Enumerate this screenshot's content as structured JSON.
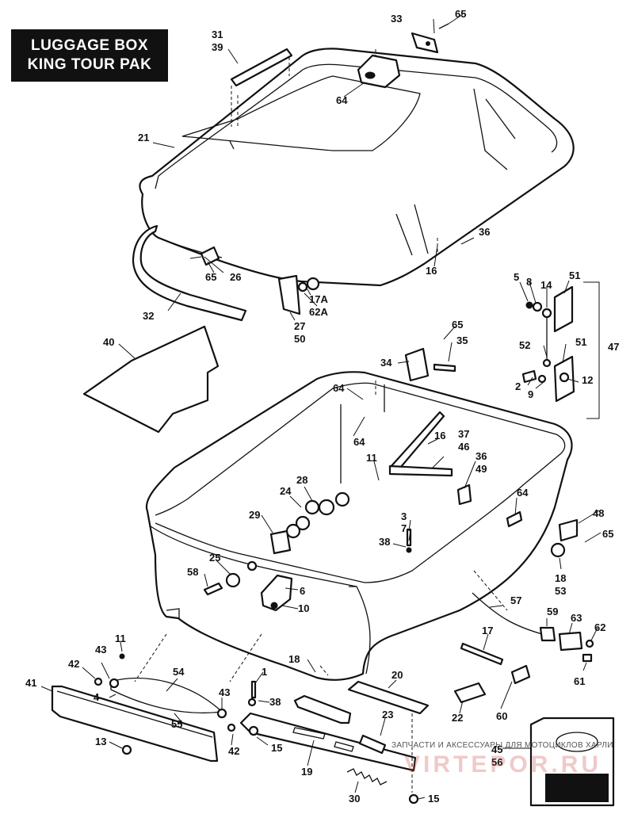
{
  "title": {
    "line1": "LUGGAGE BOX",
    "line2": "KING TOUR PAK"
  },
  "watermark": {
    "text": "ЗАПЧАСТИ И АКСЕССУАРЫ ДЛЯ МОТОЦИКЛОВ ХАРЛИ",
    "brand": "VIRTEPOR.RU"
  },
  "callouts": [
    "33",
    "65",
    "31",
    "39",
    "64",
    "21",
    "36",
    "16",
    "65",
    "26",
    "17A",
    "62A",
    "32",
    "27",
    "50",
    "5",
    "8",
    "14",
    "51",
    "52",
    "51",
    "47",
    "2",
    "9",
    "12",
    "65",
    "35",
    "34",
    "40",
    "64",
    "64",
    "16",
    "37",
    "46",
    "36",
    "49",
    "11",
    "28",
    "24",
    "64",
    "48",
    "65",
    "29",
    "3",
    "7",
    "38",
    "25",
    "6",
    "10",
    "58",
    "18",
    "53",
    "57",
    "59",
    "63",
    "62",
    "61",
    "11",
    "43",
    "42",
    "17",
    "18",
    "1",
    "54",
    "20",
    "41",
    "4",
    "38",
    "43",
    "55",
    "23",
    "22",
    "60",
    "13",
    "42",
    "15",
    "19",
    "45",
    "56",
    "30",
    "15"
  ]
}
